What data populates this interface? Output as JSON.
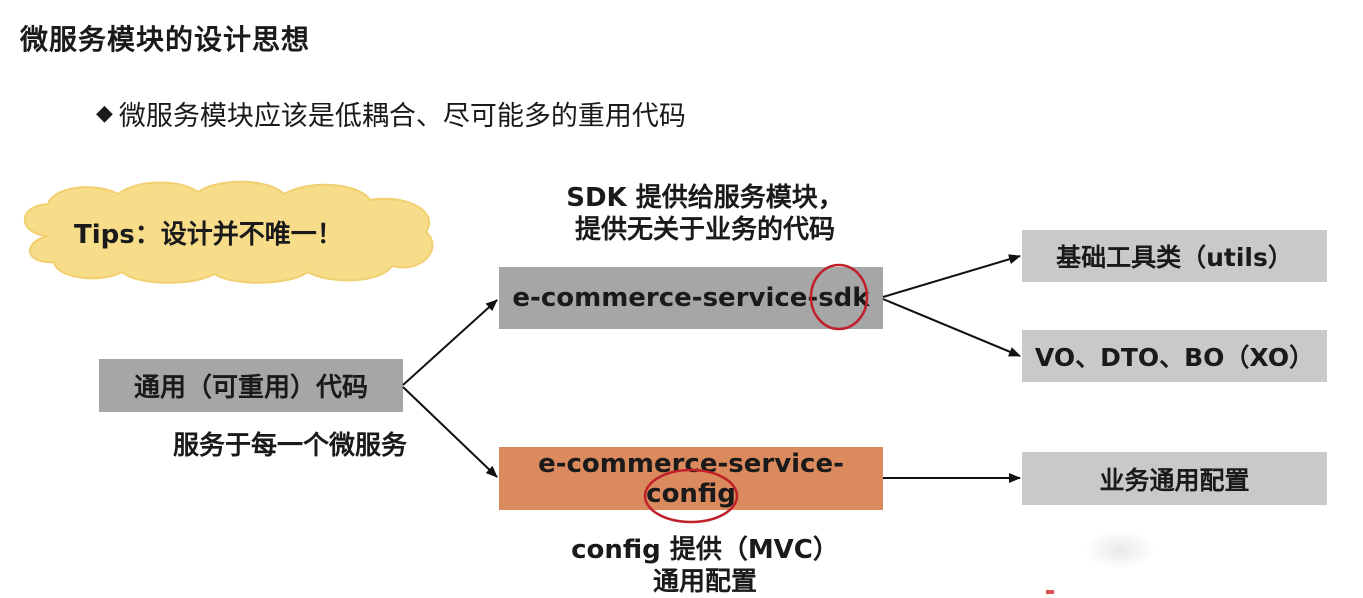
{
  "title": "微服务模块的设计思想",
  "bullet": {
    "symbol": "◆",
    "text": "微服务模块应该是低耦合、尽可能多的重用代码"
  },
  "tips": {
    "text": "Tips：设计并不唯一！",
    "cloud_color": "#f7dc8a"
  },
  "nodes": {
    "common_code": "通用（可重用）代码",
    "common_code_caption": "服务于每一个微服务",
    "sdk": "e-commerce-service-sdk",
    "sdk_caption_line1": "SDK 提供给服务模块，",
    "sdk_caption_line2": "提供无关于业务的代码",
    "config_line1": "e-commerce-service-",
    "config_line2": "config",
    "config_caption_line1": "config 提供（MVC）",
    "config_caption_line2": "通用配置",
    "utils": "基础工具类（utils）",
    "vo": "VO、DTO、BO（XO）",
    "biz_config": "业务通用配置"
  },
  "colors": {
    "gray_box": "#a6a6a6",
    "light_box": "#c9c9c9",
    "orange_box": "#db8a5e",
    "highlight_circle": "#c0202a"
  }
}
